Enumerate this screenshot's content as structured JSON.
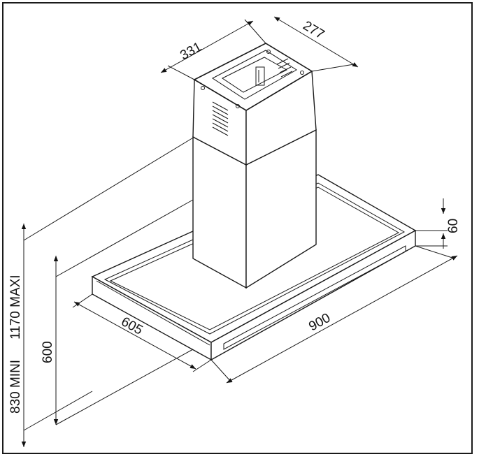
{
  "dimensions": {
    "width": "900",
    "depth": "605",
    "height": "600",
    "canopy_height": "60",
    "chimney_width": "331",
    "chimney_depth": "277",
    "range_min": "830 MINI",
    "range_max": "1170 MAXI"
  }
}
